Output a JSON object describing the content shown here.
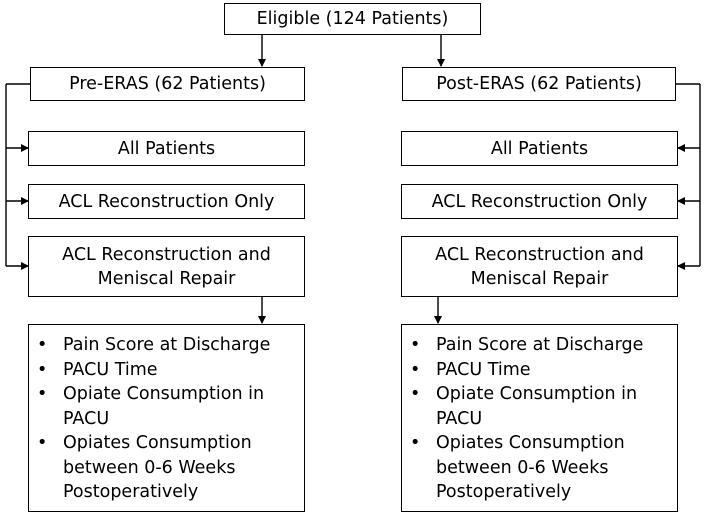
{
  "eligible": "Eligible (124 Patients)",
  "left": {
    "group": "Pre-ERAS (62 Patients)",
    "all": "All Patients",
    "acl_only": "ACL Reconstruction Only",
    "acl_mr_line1": "ACL Reconstruction and",
    "acl_mr_line2": "Meniscal Repair",
    "outcomes": [
      "Pain Score at Discharge",
      "PACU Time",
      "Opiate Consumption in PACU",
      "Opiates Consumption between 0-6 Weeks Postoperatively"
    ]
  },
  "right": {
    "group": "Post-ERAS (62 Patients)",
    "all": "All Patients",
    "acl_only": "ACL Reconstruction Only",
    "acl_mr_line1": "ACL Reconstruction and",
    "acl_mr_line2": "Meniscal Repair",
    "outcomes": [
      "Pain Score at Discharge",
      "PACU Time",
      "Opiate Consumption in PACU",
      "Opiates Consumption between 0-6 Weeks Postoperatively"
    ]
  }
}
